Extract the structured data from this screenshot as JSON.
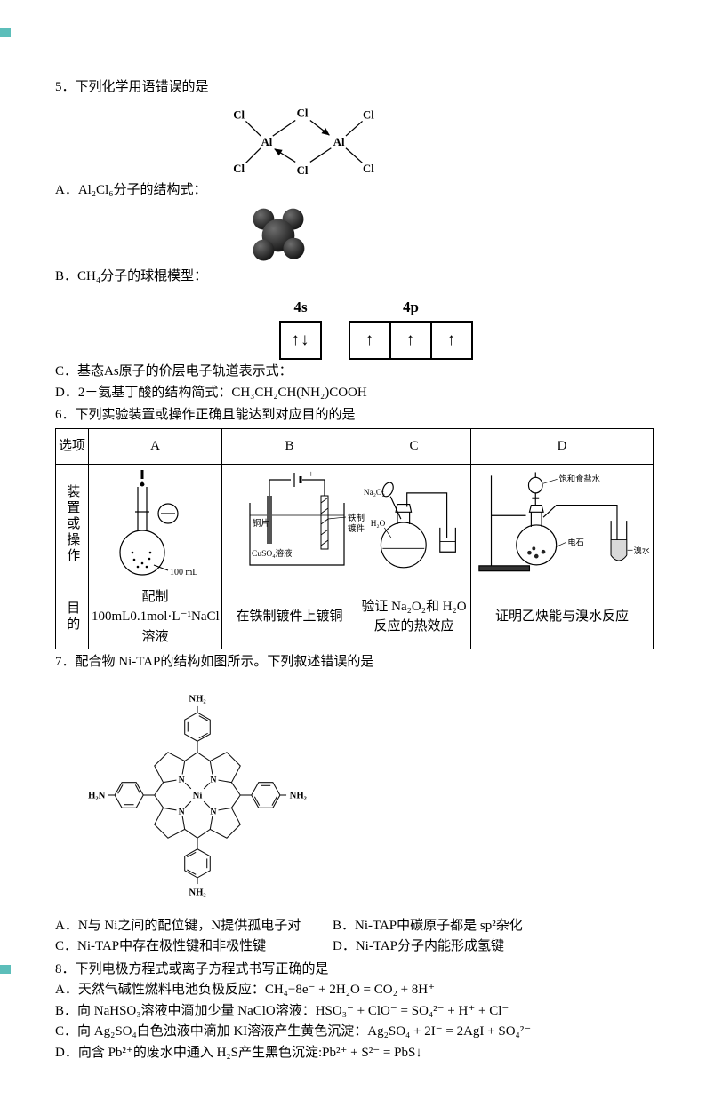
{
  "q5": {
    "stem": "5．下列化学用语错误的是",
    "optA": "A．Al₂Cl₆分子的结构式：",
    "optB": "B．CH₄分子的球棍模型：",
    "optC": "C．基态As原子的价层电子轨道表示式：",
    "optD": "D．2－氨基丁酸的结构简式：CH₃CH₂CH(NH₂)COOH",
    "al2cl6": {
      "al": "Al",
      "cl": "Cl"
    },
    "orbital": {
      "s_label": "4s",
      "p_label": "4p",
      "s_fill": "↑↓",
      "p1": "↑",
      "p2": "↑",
      "p3": "↑"
    }
  },
  "q6": {
    "stem": "6．下列实验装置或操作正确且能达到对应目的的是",
    "header": {
      "sel": "选项",
      "a": "A",
      "b": "B",
      "c": "C",
      "d": "D"
    },
    "rows": {
      "apparatus": "装置或操作",
      "purpose": "目的"
    },
    "labels": {
      "a_volume": "100 mL",
      "b_plus": "+",
      "b_copper": "铜片",
      "b_solution": "CuSO₄溶液",
      "b_iron1": "铁制",
      "b_iron2": "镀件",
      "c_na2o2": "Na₂O₂",
      "c_h2o": "H₂O",
      "d_brine": "饱和食盐水",
      "d_carbide": "电石",
      "d_bromine": "溴水"
    },
    "purposes": {
      "a": "配制 100mL0.1mol·L⁻¹NaCl溶液",
      "b": "在铁制镀件上镀铜",
      "c": "验证 Na₂O₂和 H₂O反应的热效应",
      "d": "证明乙炔能与溴水反应"
    }
  },
  "q7": {
    "stem": "7．配合物 Ni-TAP的结构如图所示。下列叙述错误的是",
    "structure": {
      "ni": "Ni",
      "n": "N",
      "nh2_top": "NH₂",
      "nh2_right": "NH₂",
      "nh2_bottom": "NH₂",
      "nh2_left": "H₂N"
    },
    "optA": "A．N与 Ni之间的配位键，N提供孤电子对",
    "optB": "B．Ni-TAP中碳原子都是 sp²杂化",
    "optC": "C．Ni-TAP中存在极性键和非极性键",
    "optD": "D．Ni-TAP分子内能形成氢键"
  },
  "q8": {
    "stem": "8．下列电极方程式或离子方程式书写正确的是",
    "optA": "A．天然气碱性燃料电池负极反应：CH₄−8e⁻ + 2H₂O = CO₂ + 8H⁺",
    "optB": "B．向 NaHSO₃溶液中滴加少量 NaClO溶液：HSO₃⁻ + ClO⁻ = SO₄²⁻ + H⁺ + Cl⁻",
    "optC": "C．向 Ag₂SO₄白色浊液中滴加 KI溶液产生黄色沉淀：Ag₂SO₄ + 2I⁻ = 2AgI + SO₄²⁻",
    "optD": "D．向含 Pb²⁺的废水中通入 H₂S产生黑色沉淀:Pb²⁺ + S²⁻ = PbS↓"
  }
}
